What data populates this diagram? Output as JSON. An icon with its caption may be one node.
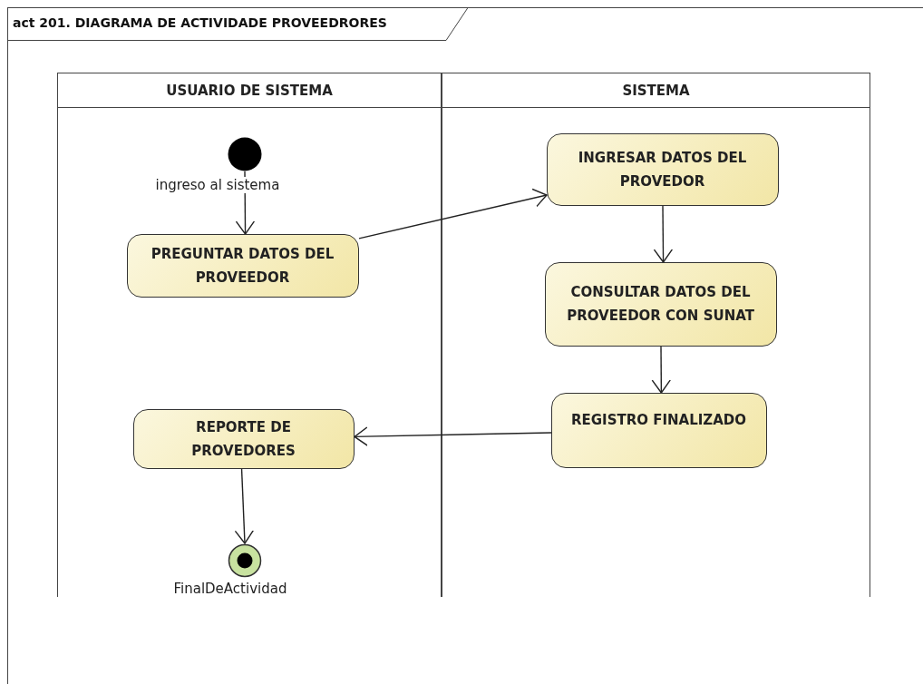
{
  "diagram": {
    "title": "act 201. DIAGRAMA DE ACTIVIDADE PROVEEDRORES",
    "nodes": [
      {
        "text": [
          "USUARIO DE SISTEMA"
        ]
      },
      {
        "text": [
          "SISTEMA"
        ]
      },
      {
        "text": [],
        "shape": "circle",
        "in": 0,
        "beside": [
          "ingreso al sistema"
        ]
      },
      {
        "text": [
          "PREGUNTAR DATOS DEL PROVEEDOR"
        ],
        "in": 0
      },
      {
        "text": [
          "REPORTE DE PROVEDORES"
        ],
        "in": 0
      },
      {
        "text": [],
        "shape": "circle",
        "in": 0,
        "beside": [
          "FinalDeActividad"
        ]
      },
      {
        "text": [
          "INGRESAR DATOS DEL PROVEDOR"
        ],
        "in": 1
      },
      {
        "text": [
          "CONSULTAR DATOS DEL PROVEEDOR CON SUNAT"
        ],
        "in": 1
      },
      {
        "text": [
          "REGISTRO FINALIZADO"
        ],
        "in": 1
      }
    ],
    "edges": [
      {
        "from": 2,
        "to": 3,
        "arrow": "to"
      },
      {
        "from": 3,
        "to": 6,
        "arrow": "to"
      },
      {
        "from": 6,
        "to": 7,
        "arrow": "to"
      },
      {
        "from": 7,
        "to": 8,
        "arrow": "to"
      },
      {
        "from": 8,
        "to": 4,
        "arrow": "to"
      },
      {
        "from": 4,
        "to": 5,
        "arrow": "to"
      }
    ]
  }
}
